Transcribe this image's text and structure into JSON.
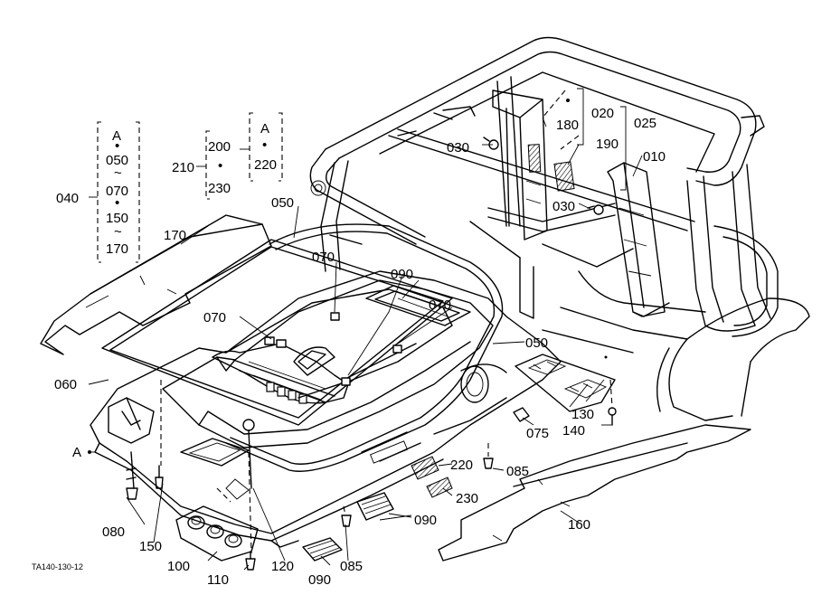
{
  "drawing_code": "TA140-130-12",
  "parts": {
    "p010": "010",
    "p020": "020",
    "p025": "025",
    "p030": "030",
    "p040": "040",
    "p050": "050",
    "p060": "060",
    "p070": "070",
    "p075": "075",
    "p080": "080",
    "p085": "085",
    "p090": "090",
    "p100": "100",
    "p110": "110",
    "p120": "120",
    "p130": "130",
    "p140": "140",
    "p150": "150",
    "p160": "160",
    "p170": "170",
    "p180": "180",
    "p190": "190",
    "p200": "200",
    "p210": "210",
    "p220": "220",
    "p230": "230"
  },
  "ref_letter": "A",
  "range_sep": "~",
  "group_040": {
    "items": [
      "A",
      "050",
      "070",
      "150",
      "170"
    ],
    "seps": [
      "•",
      "~",
      "•",
      "~"
    ]
  },
  "group_200": {
    "items": [
      "A",
      "220"
    ],
    "sep": "•"
  },
  "group_210": {
    "items": [
      "200",
      "230"
    ],
    "sep": "•"
  }
}
